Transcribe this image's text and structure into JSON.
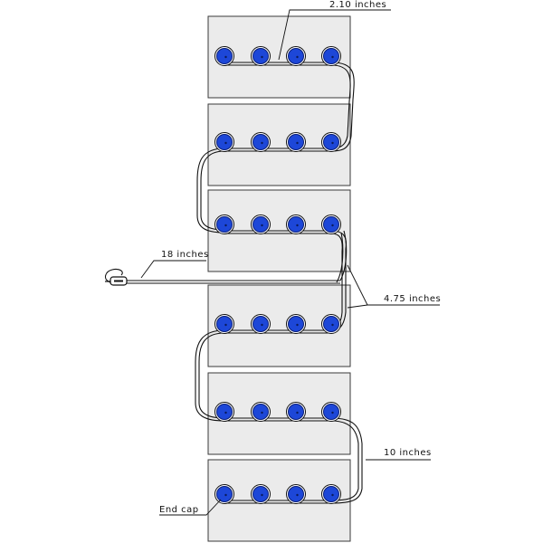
{
  "labels": {
    "spacing": "2.10 inches",
    "lead_length": "18 inches",
    "panel_gap": "4.75 inches",
    "jumper": "10 inches",
    "end_cap": "End cap"
  },
  "layout": {
    "panel_count": 6,
    "lights_per_panel": 4
  },
  "colors": {
    "panel_fill": "#ebebeb",
    "panel_stroke": "#3a3a3a",
    "bulb_blue": "#1d47d8",
    "bulb_ring": "#ffffff",
    "wire": "#111111"
  },
  "icons": {
    "plug": "plug-icon",
    "light": "led-light-icon"
  }
}
